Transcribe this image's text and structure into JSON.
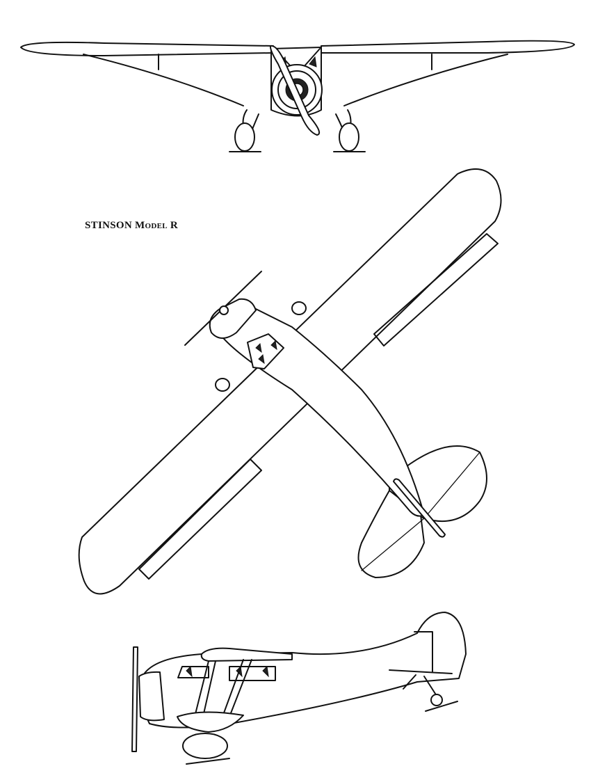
{
  "caption": {
    "prefix": "STINSON ",
    "model": "Model",
    "suffix": " R"
  }
}
